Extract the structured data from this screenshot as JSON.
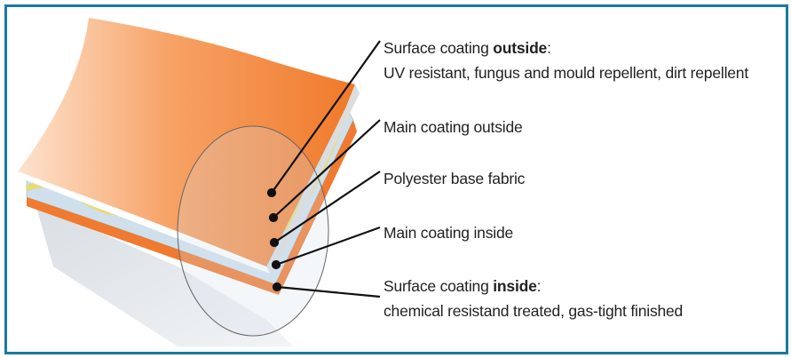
{
  "labels": {
    "surface_outside": {
      "prefix": "Surface coating ",
      "bold": "outside",
      "suffix": ":",
      "detail": "UV resistant, fungus and mould repellent, dirt repellent"
    },
    "main_outside": "Main coating outside",
    "base_fabric": "Polyester base fabric",
    "main_inside": "Main coating inside",
    "surface_inside": {
      "prefix": "Surface coating ",
      "bold": "inside",
      "suffix": ":",
      "detail": "chemical resistand treated, gas-tight finished"
    }
  },
  "colors": {
    "frame": "#1b7a9e",
    "orange": "#f07a30",
    "coating": "#c9dbe8",
    "fabric": "#e8e08a"
  }
}
